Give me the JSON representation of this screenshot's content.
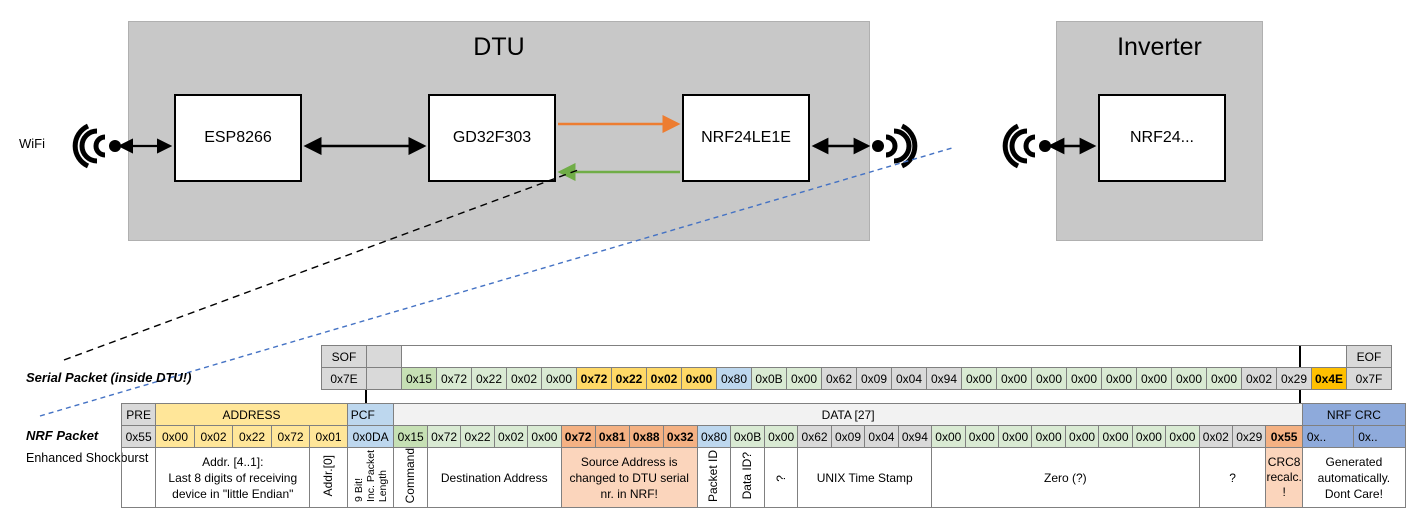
{
  "diagram": {
    "dtu": {
      "title": "DTU",
      "chips": [
        "ESP8266",
        "GD32F303",
        "NRF24LE1E"
      ],
      "wifi_label": "WiFi"
    },
    "inverter": {
      "title": "Inverter",
      "chips": [
        "NRF24..."
      ]
    },
    "arrows": {
      "tx_color": "#ed7d31",
      "rx_color": "#70ad47",
      "link_color": "#000000",
      "callout_serial_color": "#000000",
      "callout_nrf_color": "#4472c4"
    }
  },
  "serial_packet": {
    "label": "Serial Packet (inside DTU!)",
    "sof_header": "SOF",
    "sof_value": "0x7E",
    "eof_header": "EOF",
    "eof_value": "0x7F",
    "bytes": [
      {
        "v": "0x15",
        "c": "green-d"
      },
      {
        "v": "0x72",
        "c": "green"
      },
      {
        "v": "0x22",
        "c": "green"
      },
      {
        "v": "0x02",
        "c": "green"
      },
      {
        "v": "0x00",
        "c": "green"
      },
      {
        "v": "0x72",
        "c": "yellow"
      },
      {
        "v": "0x22",
        "c": "yellow"
      },
      {
        "v": "0x02",
        "c": "yellow"
      },
      {
        "v": "0x00",
        "c": "yellow"
      },
      {
        "v": "0x80",
        "c": "blue"
      },
      {
        "v": "0x0B",
        "c": "green"
      },
      {
        "v": "0x00",
        "c": "green"
      },
      {
        "v": "0x62",
        "c": "gray"
      },
      {
        "v": "0x09",
        "c": "gray"
      },
      {
        "v": "0x04",
        "c": "gray"
      },
      {
        "v": "0x94",
        "c": "gray"
      },
      {
        "v": "0x00",
        "c": "green"
      },
      {
        "v": "0x00",
        "c": "green"
      },
      {
        "v": "0x00",
        "c": "green"
      },
      {
        "v": "0x00",
        "c": "green"
      },
      {
        "v": "0x00",
        "c": "green"
      },
      {
        "v": "0x00",
        "c": "green"
      },
      {
        "v": "0x00",
        "c": "green"
      },
      {
        "v": "0x00",
        "c": "green"
      },
      {
        "v": "0x02",
        "c": "gray"
      },
      {
        "v": "0x29",
        "c": "gray"
      },
      {
        "v": "0x4E",
        "c": "amber"
      }
    ]
  },
  "nrf_packet": {
    "label": "NRF Packet",
    "sublabel": "Enhanced Shockburst",
    "headers": {
      "pre": "PRE",
      "address": "ADDRESS",
      "pcf": "PCF",
      "data": "DATA [27]",
      "crc": "NRF CRC"
    },
    "pre_value": "0x55",
    "address_values": [
      "0x00",
      "0x02",
      "0x22",
      "0x72",
      "0x01"
    ],
    "pcf_value": "0x0DA",
    "crc_values": [
      "0x..",
      "0x.."
    ],
    "bytes": [
      {
        "v": "0x15",
        "c": "green-d"
      },
      {
        "v": "0x72",
        "c": "green"
      },
      {
        "v": "0x22",
        "c": "green"
      },
      {
        "v": "0x02",
        "c": "green"
      },
      {
        "v": "0x00",
        "c": "green"
      },
      {
        "v": "0x72",
        "c": "orange"
      },
      {
        "v": "0x81",
        "c": "orange"
      },
      {
        "v": "0x88",
        "c": "orange"
      },
      {
        "v": "0x32",
        "c": "orange"
      },
      {
        "v": "0x80",
        "c": "blue"
      },
      {
        "v": "0x0B",
        "c": "green"
      },
      {
        "v": "0x00",
        "c": "green"
      },
      {
        "v": "0x62",
        "c": "gray"
      },
      {
        "v": "0x09",
        "c": "gray"
      },
      {
        "v": "0x04",
        "c": "gray"
      },
      {
        "v": "0x94",
        "c": "gray"
      },
      {
        "v": "0x00",
        "c": "green"
      },
      {
        "v": "0x00",
        "c": "green"
      },
      {
        "v": "0x00",
        "c": "green"
      },
      {
        "v": "0x00",
        "c": "green"
      },
      {
        "v": "0x00",
        "c": "green"
      },
      {
        "v": "0x00",
        "c": "green"
      },
      {
        "v": "0x00",
        "c": "green"
      },
      {
        "v": "0x00",
        "c": "green"
      },
      {
        "v": "0x02",
        "c": "gray"
      },
      {
        "v": "0x29",
        "c": "gray"
      },
      {
        "v": "0x55",
        "c": "orange"
      }
    ],
    "descriptions": {
      "address_note": "Addr. [4..1]:\nLast 8 digits of receiving device in \"little Endian\"",
      "address_note_l1": "Addr. [4..1]:",
      "address_note_l2": "Last 8 digits of receiving",
      "address_note_l3": "device in \"little Endian\"",
      "addr0": "Addr.[0]",
      "pcf_note_l1": "9 Bit!",
      "pcf_note_l2": "Inc. Packet",
      "pcf_note_l3": "Length",
      "command": "Command",
      "destination": "Destination Address",
      "source_note_l1": "Source Address is",
      "source_note_l2": "changed to DTU serial",
      "source_note_l3": "nr. in NRF!",
      "packet_id": "Packet ID",
      "data_id": "Data ID?",
      "unknown_small": "?",
      "unix": "UNIX Time Stamp",
      "zero": "Zero (?)",
      "question": "?",
      "crc8_l1": "CRC8",
      "crc8_l2": "recalc.",
      "crc8_l3": "!",
      "crc_note_l1": "Generated",
      "crc_note_l2": "automatically.",
      "crc_note_l3": "Dont Care!"
    }
  }
}
